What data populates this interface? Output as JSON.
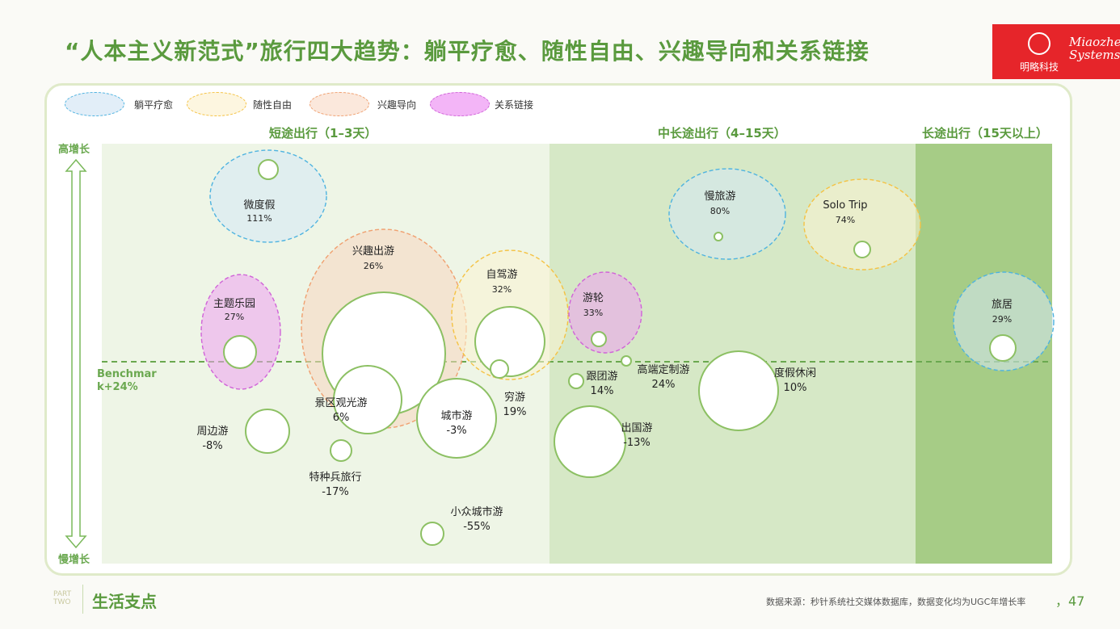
{
  "page": {
    "title": "“人本主义新范式”旅行四大趋势：躺平疗愈、随性自由、兴趣导向和关系链接",
    "logo_en": "Miaozhen Systems",
    "logo_cn": "明略科技",
    "footer_part": "PART TWO",
    "footer_section": "生活支点",
    "footer_source": "数据来源：秒针系统社交媒体数据库，数据变化均为UGC年增长率",
    "footer_page": "，47"
  },
  "colors": {
    "accent_green": "#5a9a3e",
    "zone_short": "#eef5e6",
    "zone_mid": "#d6e8c6",
    "zone_long": "#a6cc86",
    "bubble_stroke": "#8cc063",
    "benchmark": "#6aa84f",
    "group_relax": "#4eb3e0",
    "group_free": "#f5c242",
    "group_interest": "#f0a070",
    "group_relation": "#d063d8"
  },
  "chart_data": {
    "type": "bubble",
    "axis": {
      "y_top_label": "高增长",
      "y_bottom_label": "慢增长",
      "benchmark_label": "Benchmark+24%",
      "benchmark_value": 24
    },
    "categories": [
      {
        "name": "短途出行（1–3天）",
        "zone": "short"
      },
      {
        "name": "中长途出行（4–15天）",
        "zone": "mid"
      },
      {
        "name": "长途出行（15天以上）",
        "zone": "long"
      }
    ],
    "legend": [
      {
        "name": "躺平疗愈",
        "key": "relax"
      },
      {
        "name": "随性自由",
        "key": "free"
      },
      {
        "name": "兴趣导向",
        "key": "interest"
      },
      {
        "name": "关系链接",
        "key": "relation"
      }
    ],
    "points": [
      {
        "name": "微度假",
        "growth": "111%",
        "zone": "short",
        "group": "relax"
      },
      {
        "name": "主题乐园",
        "growth": "27%",
        "zone": "short",
        "group": "relation"
      },
      {
        "name": "兴趣出游",
        "growth": "26%",
        "zone": "short",
        "group": "interest"
      },
      {
        "name": "自驾游",
        "growth": "32%",
        "zone": "short",
        "group": "free"
      },
      {
        "name": "景区观光游",
        "growth": "6%",
        "zone": "short",
        "group": ""
      },
      {
        "name": "城市游",
        "growth": "-3%",
        "zone": "short",
        "group": ""
      },
      {
        "name": "穷游",
        "growth": "19%",
        "zone": "short",
        "group": ""
      },
      {
        "name": "周边游",
        "growth": "-8%",
        "zone": "short",
        "group": ""
      },
      {
        "name": "特种兵旅行",
        "growth": "-17%",
        "zone": "short",
        "group": ""
      },
      {
        "name": "小众城市游",
        "growth": "-55%",
        "zone": "short",
        "group": ""
      },
      {
        "name": "游轮",
        "growth": "33%",
        "zone": "mid",
        "group": "relation"
      },
      {
        "name": "慢旅游",
        "growth": "80%",
        "zone": "mid",
        "group": "relax"
      },
      {
        "name": "Solo Trip",
        "growth": "74%",
        "zone": "mid",
        "group": "free"
      },
      {
        "name": "跟团游",
        "growth": "14%",
        "zone": "mid",
        "group": ""
      },
      {
        "name": "高端定制游",
        "growth": "24%",
        "zone": "mid",
        "group": ""
      },
      {
        "name": "出国游",
        "growth": "-13%",
        "zone": "mid",
        "group": ""
      },
      {
        "name": "度假休闲",
        "growth": "10%",
        "zone": "mid",
        "group": ""
      },
      {
        "name": "旅居",
        "growth": "29%",
        "zone": "long",
        "group": "relax"
      }
    ]
  }
}
